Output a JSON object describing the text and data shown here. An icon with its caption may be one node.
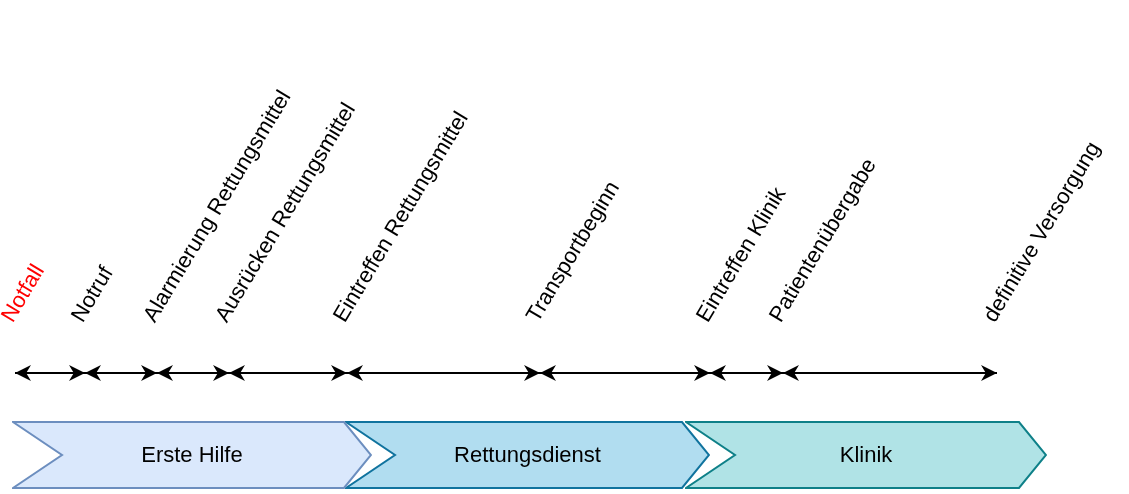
{
  "diagram": {
    "nodes": [
      {
        "text": [
          "Erste Hilfe"
        ]
      },
      {
        "text": [
          "Rettungsdienst"
        ]
      },
      {
        "text": [
          "Klinik"
        ]
      }
    ],
    "edges": [],
    "labels": [
      "Notfall",
      "Notruf",
      "Alarmierung Rettungsmittel",
      "Ausrücken Rettungsmittel",
      "Eintreffen Rettungsmittel",
      "Transportbeginn",
      "Eintreffen Klinik",
      "Patientenübergabe",
      "definitive Versorgung"
    ]
  }
}
